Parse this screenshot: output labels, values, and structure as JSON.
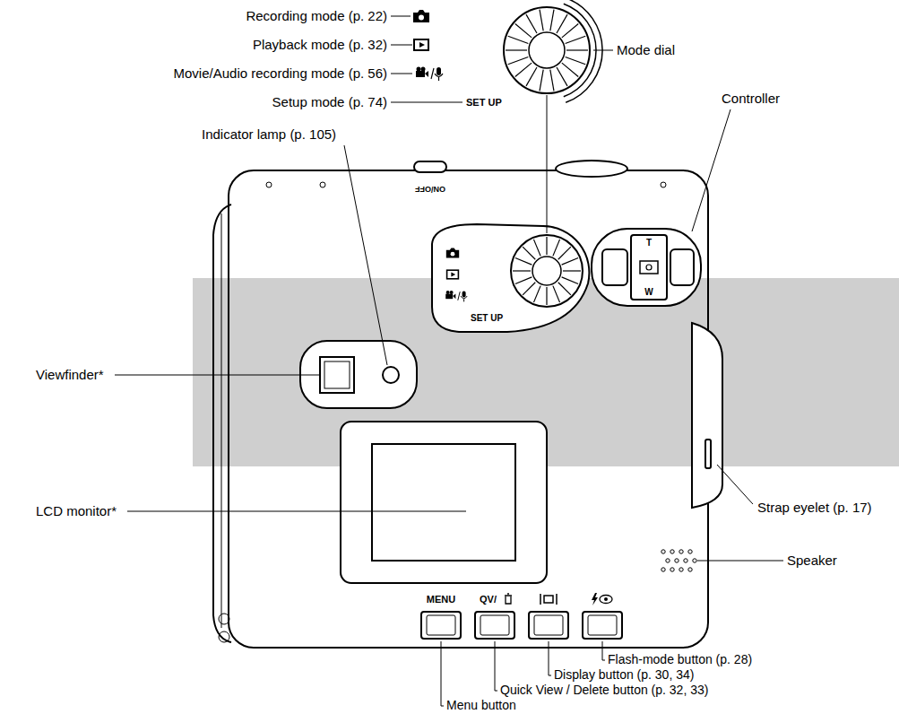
{
  "diagram": {
    "labels": [
      "Recording mode (p. 22)",
      "Playback mode (p. 32)",
      "Movie/Audio recording mode (p. 56)",
      "Setup mode (p. 74)",
      "SET UP",
      "Mode dial",
      "Indicator lamp (p. 105)",
      "Controller",
      "ON/OFF",
      "Viewfinder*",
      "SET UP",
      "T",
      "W",
      "LCD monitor*",
      "Strap eyelet (p. 17)",
      "Speaker",
      "MENU",
      "QV/",
      "Flash-mode button (p. 28)",
      "Display button (p. 30, 34)",
      "Quick View / Delete button (p. 32, 33)",
      "Menu button"
    ]
  }
}
